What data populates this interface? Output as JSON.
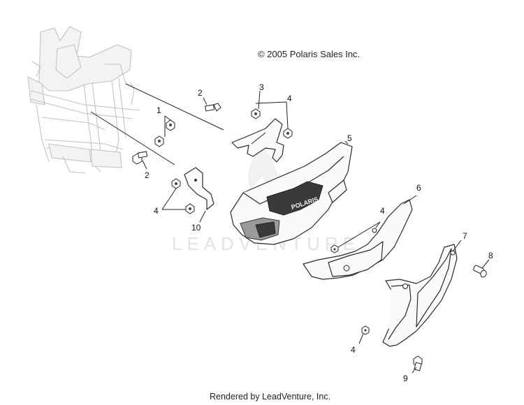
{
  "copyright": "© 2005 Polaris Sales Inc.",
  "footer": "Rendered by LeadVenture, Inc.",
  "watermark": "LEADVENTURE",
  "callouts": [
    {
      "id": "1",
      "label": "1"
    },
    {
      "id": "2a",
      "label": "2"
    },
    {
      "id": "2b",
      "label": "2"
    },
    {
      "id": "3",
      "label": "3"
    },
    {
      "id": "4a",
      "label": "4"
    },
    {
      "id": "4b",
      "label": "4"
    },
    {
      "id": "4c",
      "label": "4"
    },
    {
      "id": "4d",
      "label": "4"
    },
    {
      "id": "5",
      "label": "5"
    },
    {
      "id": "6",
      "label": "6"
    },
    {
      "id": "7",
      "label": "7"
    },
    {
      "id": "8",
      "label": "8"
    },
    {
      "id": "9",
      "label": "9"
    },
    {
      "id": "10",
      "label": "10"
    }
  ]
}
